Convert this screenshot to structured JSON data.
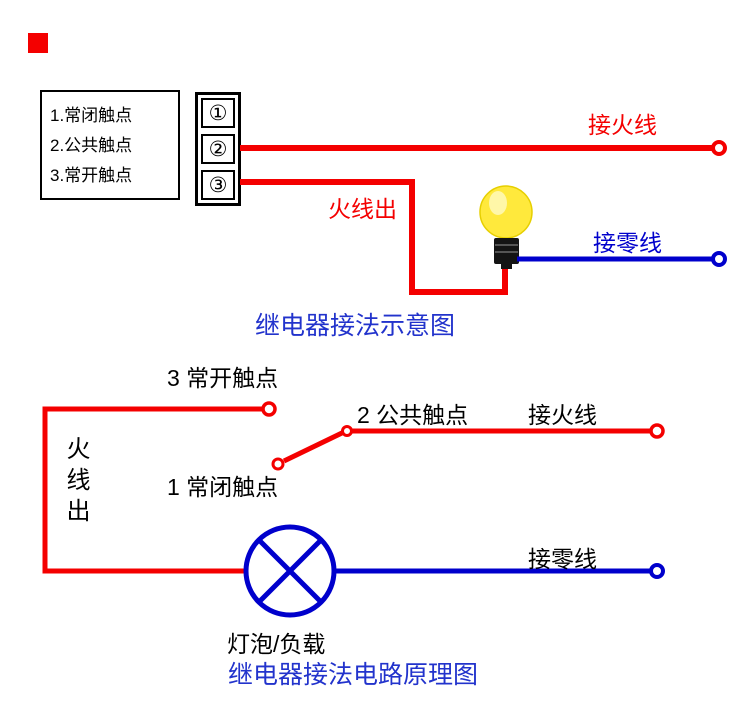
{
  "colors": {
    "wire_red": "#f40000",
    "wire_blue": "#0000cc",
    "caption_blue": "#2233cc",
    "bulb_yellow": "#ffe93c",
    "black": "#000000"
  },
  "top": {
    "legend": {
      "items": [
        "1.常闭触点",
        "2.公共触点",
        "3.常开触点"
      ]
    },
    "terminals": [
      "①",
      "②",
      "③"
    ],
    "labels": {
      "live_in": "接火线",
      "live_out": "火线出",
      "neutral_in": "接零线"
    },
    "caption": "继电器接法示意图"
  },
  "bottom": {
    "labels": {
      "contact3": "3 常开触点",
      "contact2": "2 公共触点",
      "contact1": "1 常闭触点",
      "live_in": "接火线",
      "live_out_vertical": "火线出",
      "neutral_in": "接零线",
      "load": "灯泡/负载"
    },
    "caption": "继电器接法电路原理图"
  }
}
